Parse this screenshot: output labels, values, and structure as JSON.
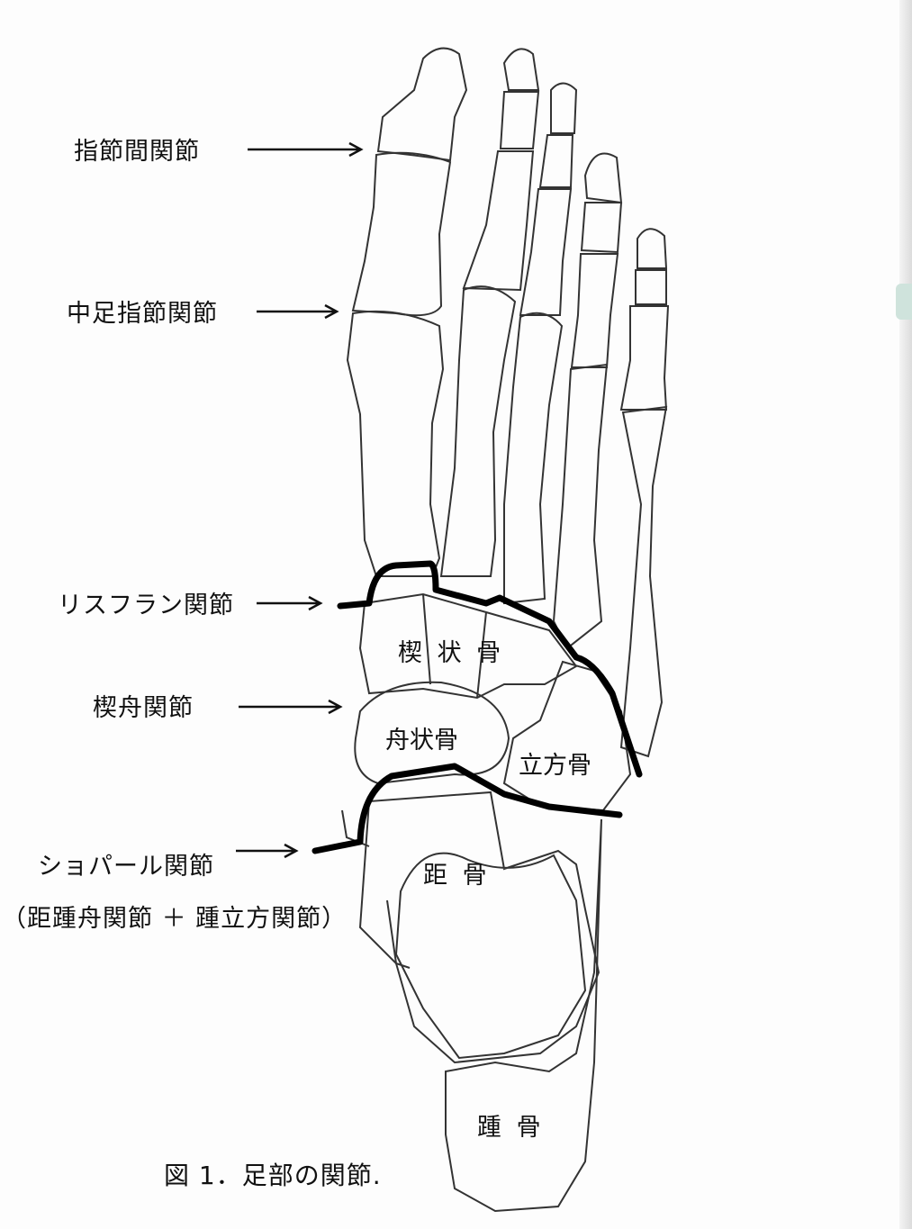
{
  "labels": {
    "interphalangeal": "指節間関節",
    "metatarsophalangeal": "中足指節関節",
    "lisfranc": "リスフラン関節",
    "cuneonavicular": "楔舟関節",
    "chopart": "ショパール関節",
    "chopart_detail": "（距踵舟関節 ＋ 踵立方関節）"
  },
  "bones": {
    "cuneiform": "楔 状 骨",
    "navicular": "舟状骨",
    "cuboid": "立方骨",
    "talus": "距 骨",
    "calcaneus": "踵 骨"
  },
  "caption": "図 1．足部の関節."
}
